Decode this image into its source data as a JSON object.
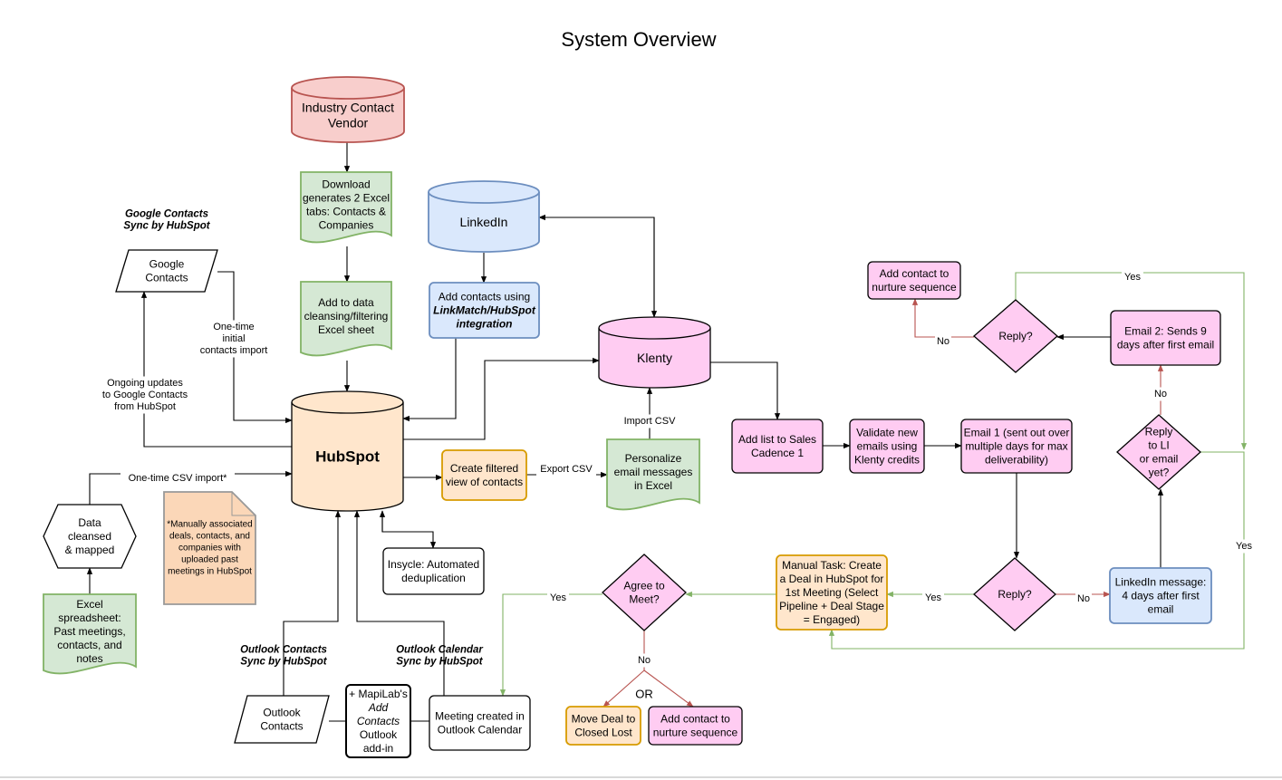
{
  "title": "System Overview",
  "colors": {
    "vendor_fill": "#f8cecc",
    "vendor_stroke": "#b85450",
    "green_fill": "#d5e8d4",
    "green_stroke": "#82b366",
    "blue_fill": "#dae8fc",
    "blue_stroke": "#6c8ebf",
    "pink_fill": "#ffccf2",
    "orange_fill": "#ffe6cc",
    "orange_stroke": "#d79b00",
    "note_fill": "#fbd7b8",
    "black": "#000000",
    "no_arrow": "#b85450",
    "yes_arrow": "#82b366"
  },
  "nodes": {
    "vendor": {
      "shape": "cylinder",
      "lines": [
        "Industry Contact",
        "Vendor"
      ],
      "fill": "#f8cecc",
      "stroke": "#b85450",
      "size": 14
    },
    "download": {
      "shape": "document",
      "lines": [
        "Download",
        "generates 2 Excel",
        "tabs: Contacts &",
        "Companies"
      ],
      "fill": "#d5e8d4",
      "stroke": "#82b366"
    },
    "add_cleansing": {
      "shape": "document",
      "lines": [
        "Add to data",
        "cleansing/filtering",
        "Excel sheet"
      ],
      "fill": "#d5e8d4",
      "stroke": "#82b366"
    },
    "linkedin": {
      "shape": "cylinder",
      "lines": [
        "LinkedIn"
      ],
      "fill": "#dae8fc",
      "stroke": "#6c8ebf",
      "size": 14
    },
    "linkmatch": {
      "shape": "rect",
      "lines": [
        "Add contacts using",
        "LinkMatch/HubSpot",
        "integration"
      ],
      "styles": [
        "normal",
        "bolditalic",
        "bolditalic"
      ],
      "fill": "#dae8fc",
      "stroke": "#6c8ebf"
    },
    "klenty": {
      "shape": "cylinder",
      "lines": [
        "Klenty"
      ],
      "fill": "#ffccf2",
      "stroke": "#000000",
      "size": 14
    },
    "hubspot": {
      "shape": "cylinder",
      "lines": [
        "HubSpot"
      ],
      "fill": "#ffe6cc",
      "stroke": "#000000",
      "size": 17,
      "bold": true
    },
    "google_contacts": {
      "shape": "parallelogram",
      "lines": [
        "Google",
        "Contacts"
      ],
      "fill": "#ffffff",
      "stroke": "#000000"
    },
    "data_cleansed": {
      "shape": "hexagon",
      "lines": [
        "Data",
        "cleansed",
        "& mapped"
      ],
      "fill": "#ffffff",
      "stroke": "#000000"
    },
    "excel_spreadsheet": {
      "shape": "document",
      "lines": [
        "Excel",
        "spreadsheet:",
        "Past meetings,",
        "contacts, and",
        "notes"
      ],
      "fill": "#d5e8d4",
      "stroke": "#82b366"
    },
    "manual_note": {
      "shape": "note",
      "lines": [
        "*Manually associated",
        "deals, contacts, and",
        "companies with",
        "uploaded past",
        "meetings in HubSpot"
      ],
      "fill": "#fbd7b8",
      "stroke": "#999999",
      "size": 10
    },
    "create_filtered": {
      "shape": "rect",
      "lines": [
        "Create filtered",
        "view of contacts"
      ],
      "fill": "#ffe6cc",
      "stroke": "#d79b00"
    },
    "personalize": {
      "shape": "document",
      "lines": [
        "Personalize",
        "email messages",
        "in Excel"
      ],
      "fill": "#d5e8d4",
      "stroke": "#82b366"
    },
    "insycle": {
      "shape": "rect",
      "lines": [
        "Insycle: Automated",
        "deduplication"
      ],
      "fill": "#ffffff",
      "stroke": "#000000"
    },
    "outlook_contacts": {
      "shape": "parallelogram",
      "lines": [
        "Outlook",
        "Contacts"
      ],
      "fill": "#ffffff",
      "stroke": "#000000"
    },
    "mapilab": {
      "shape": "rect",
      "lines": [
        "+ MapiLab's",
        "Add",
        "Contacts",
        "Outlook",
        "add-in"
      ],
      "styles": [
        "normal",
        "italic",
        "italic",
        "normal",
        "normal"
      ],
      "fill": "#ffffff",
      "stroke": "#000000",
      "strokeWidth": 2
    },
    "meeting_created": {
      "shape": "rect",
      "lines": [
        "Meeting created in",
        "Outlook Calendar"
      ],
      "fill": "#ffffff",
      "stroke": "#000000"
    },
    "add_list": {
      "shape": "rect",
      "lines": [
        "Add list to Sales",
        "Cadence 1"
      ],
      "fill": "#ffccf2",
      "stroke": "#000000"
    },
    "validate": {
      "shape": "rect",
      "lines": [
        "Validate new",
        "emails using",
        "Klenty credits"
      ],
      "fill": "#ffccf2",
      "stroke": "#000000"
    },
    "email1": {
      "shape": "rect",
      "lines": [
        "Email 1 (sent out over",
        "multiple days for max",
        "deliverability)"
      ],
      "fill": "#ffccf2",
      "stroke": "#000000"
    },
    "reply_bottom": {
      "shape": "diamond",
      "lines": [
        "Reply?"
      ],
      "fill": "#ffccf2",
      "stroke": "#000000"
    },
    "linkedin_message": {
      "shape": "rect",
      "lines": [
        "LinkedIn message:",
        "4 days after first",
        "email"
      ],
      "fill": "#dae8fc",
      "stroke": "#6c8ebf"
    },
    "reply_li": {
      "shape": "diamond",
      "lines": [
        "Reply",
        "to LI",
        "or email",
        "yet?"
      ],
      "fill": "#ffccf2",
      "stroke": "#000000"
    },
    "email2": {
      "shape": "rect",
      "lines": [
        "Email 2: Sends 9",
        "days after first email"
      ],
      "fill": "#ffccf2",
      "stroke": "#000000"
    },
    "reply_top": {
      "shape": "diamond",
      "lines": [
        "Reply?"
      ],
      "fill": "#ffccf2",
      "stroke": "#000000"
    },
    "nurture_top": {
      "shape": "rect",
      "lines": [
        "Add contact to",
        "nurture sequence"
      ],
      "fill": "#ffccf2",
      "stroke": "#000000"
    },
    "manual_task": {
      "shape": "rect",
      "lines": [
        "Manual Task: Create",
        "a Deal in HubSpot for",
        "1st Meeting (Select",
        "Pipeline + Deal Stage",
        "= Engaged)"
      ],
      "fill": "#ffe6cc",
      "stroke": "#d79b00"
    },
    "agree": {
      "shape": "diamond",
      "lines": [
        "Agree to",
        "Meet?"
      ],
      "fill": "#ffccf2",
      "stroke": "#000000"
    },
    "closed_lost": {
      "shape": "rect",
      "lines": [
        "Move Deal to",
        "Closed Lost"
      ],
      "fill": "#ffe6cc",
      "stroke": "#d79b00"
    },
    "nurture_bottom": {
      "shape": "rect",
      "lines": [
        "Add contact to",
        "nurture sequence"
      ],
      "fill": "#ffccf2",
      "stroke": "#000000"
    }
  },
  "labels": {
    "google_sync": {
      "lines": [
        "Google Contacts",
        "Sync by HubSpot"
      ],
      "style": "bolditalic"
    },
    "outlook_contacts_sync": {
      "lines": [
        "Outlook Contacts",
        "Sync by HubSpot"
      ],
      "style": "bolditalic"
    },
    "outlook_calendar_sync": {
      "lines": [
        "Outlook Calendar",
        "Sync by HubSpot"
      ],
      "style": "bolditalic"
    },
    "one_time_initial": {
      "lines": [
        "One-time",
        "initial",
        "contacts import"
      ]
    },
    "ongoing_updates": {
      "lines": [
        "Ongoing updates",
        "to Google Contacts",
        "from HubSpot"
      ]
    },
    "one_time_csv": {
      "lines": [
        "One-time CSV import*"
      ]
    },
    "import_csv": {
      "lines": [
        "Import CSV"
      ]
    },
    "export_csv": {
      "lines": [
        "Export CSV"
      ]
    },
    "yes_top": {
      "lines": [
        "Yes"
      ]
    },
    "no_top": {
      "lines": [
        "No"
      ]
    },
    "no_li": {
      "lines": [
        "No"
      ]
    },
    "yes_right": {
      "lines": [
        "Yes"
      ]
    },
    "yes_bottom": {
      "lines": [
        "Yes"
      ]
    },
    "no_bottom": {
      "lines": [
        "No"
      ]
    },
    "yes_agree": {
      "lines": [
        "Yes"
      ]
    },
    "no_agree": {
      "lines": [
        "No"
      ]
    },
    "or": {
      "lines": [
        "OR"
      ]
    }
  }
}
